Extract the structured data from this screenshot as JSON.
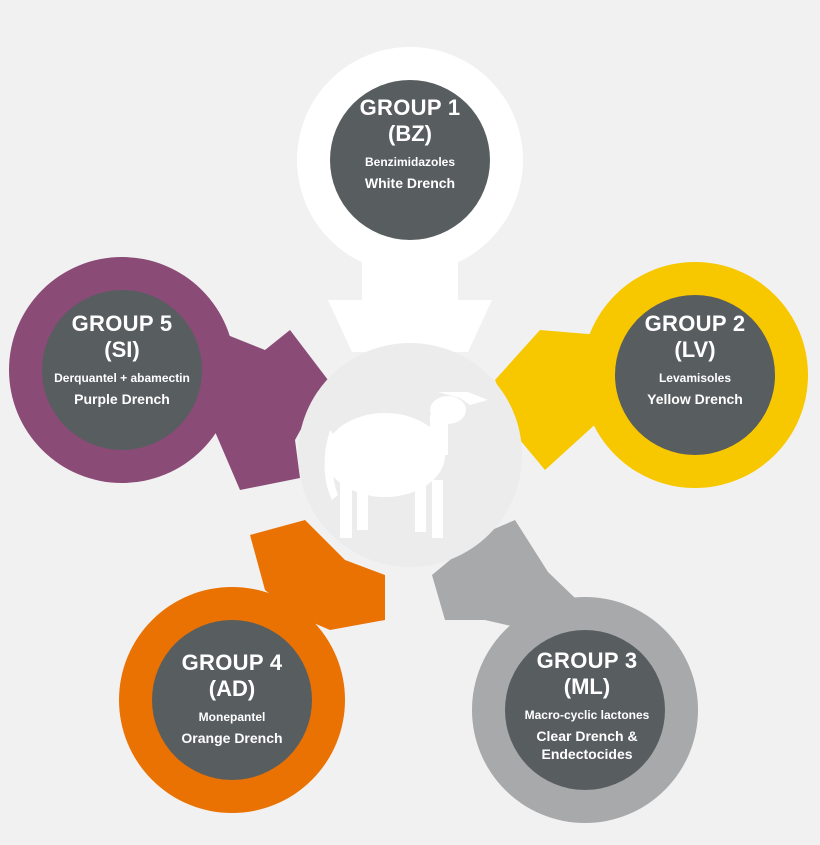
{
  "colors": {
    "background": "#f1f1f1",
    "inner_circle": "#585d60",
    "center_disc": "#ececec",
    "sheep": "#ffffff",
    "group1": "#ffffff",
    "group2": "#f7c700",
    "group3": "#a8a9ab",
    "group4": "#ea7203",
    "group5": "#8a4b77"
  },
  "center_icon": "sheep-silhouette",
  "groups": [
    {
      "id": "g1",
      "title": "GROUP 1",
      "code": "(BZ)",
      "chemical": "Benzimidazoles",
      "drench": [
        "White Drench"
      ]
    },
    {
      "id": "g2",
      "title": "GROUP 2",
      "code": "(LV)",
      "chemical": "Levamisoles",
      "drench": [
        "Yellow Drench"
      ]
    },
    {
      "id": "g3",
      "title": "GROUP 3",
      "code": "(ML)",
      "chemical": "Macro-cyclic lactones",
      "drench": [
        "Clear Drench &",
        "Endectocides"
      ]
    },
    {
      "id": "g4",
      "title": "GROUP 4",
      "code": "(AD)",
      "chemical": "Monepantel",
      "drench": [
        "Orange Drench"
      ]
    },
    {
      "id": "g5",
      "title": "GROUP 5",
      "code": "(SI)",
      "chemical": "Derquantel + abamectin",
      "drench": [
        "Purple Drench"
      ]
    }
  ]
}
